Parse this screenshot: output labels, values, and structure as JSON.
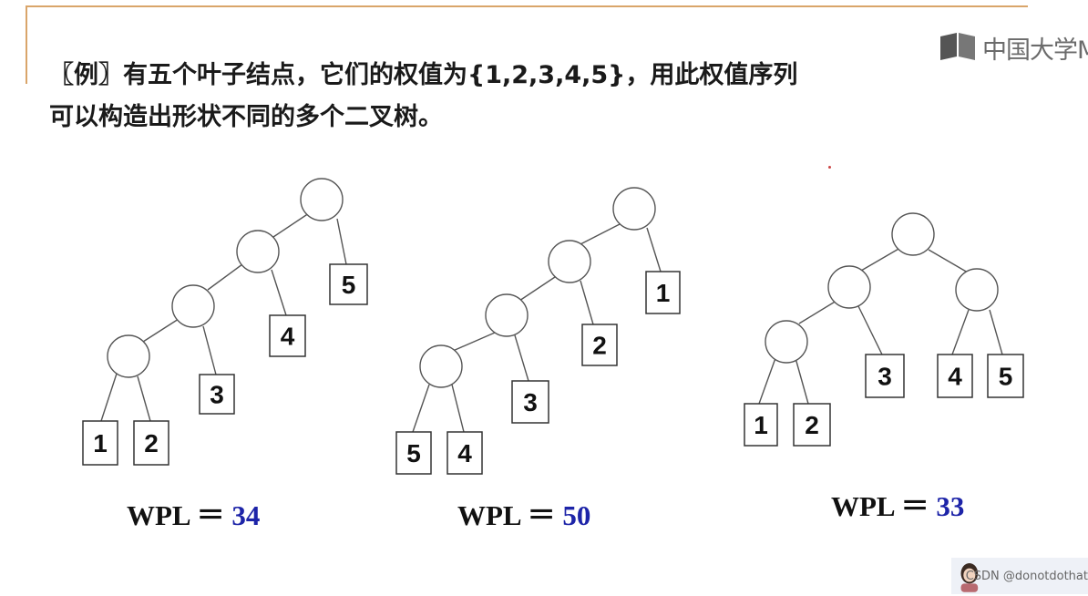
{
  "logo": {
    "text": "中国大学M"
  },
  "title": {
    "line1": "〖例〗有五个叶子结点，它们的权值为{1,2,3,4,5}，用此权值序列",
    "line2": "可以构造出形状不同的多个二叉树。"
  },
  "trees": [
    {
      "leaves": [
        "1",
        "2",
        "3",
        "4",
        "5"
      ],
      "wpl_label": "WPL",
      "wpl_eq": "＝",
      "wpl_value": "34"
    },
    {
      "leaves": [
        "5",
        "4",
        "3",
        "2",
        "1"
      ],
      "wpl_label": "WPL",
      "wpl_eq": "＝",
      "wpl_value": "50"
    },
    {
      "leaves": [
        "1",
        "2",
        "3",
        "4",
        "5"
      ],
      "wpl_label": "WPL",
      "wpl_eq": "＝",
      "wpl_value": "33"
    }
  ],
  "watermark": {
    "text": "CSDN @donotdothat"
  },
  "colors": {
    "frame": "#d9a56a",
    "wpl_value": "#1d24a8",
    "stroke": "#555555"
  }
}
